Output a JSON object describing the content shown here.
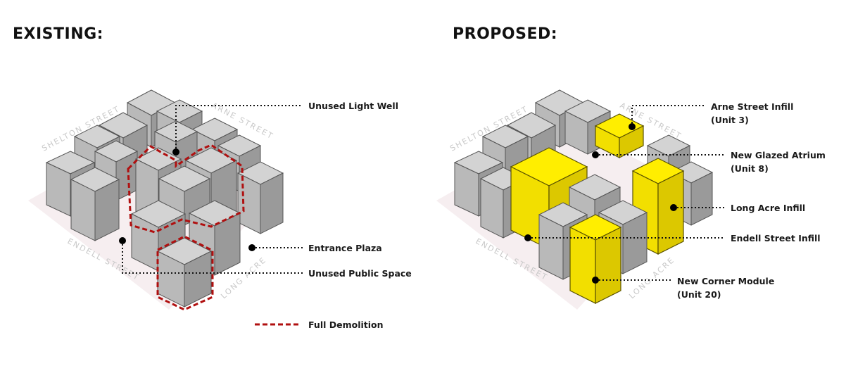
{
  "existing": {
    "title": "EXISTING:",
    "streets": [
      "SHELTON STREET",
      "ARNE STREET",
      "ENDELL STREET",
      "LONG ACRE"
    ],
    "labels": {
      "light_well": "Unused Light Well",
      "entrance_plaza": "Entrance Plaza",
      "public_space": "Unused Public Space"
    },
    "legend": {
      "label": "Full Demolition",
      "color": "#b01010"
    }
  },
  "proposed": {
    "title": "PROPOSED:",
    "streets": [
      "SHELTON STREET",
      "ARNE STREET",
      "ENDELL STREET",
      "LONG ACRE"
    ],
    "labels": {
      "arne_1": "Arne Street Infill",
      "arne_2": "(Unit 3)",
      "atrium_1": "New Glazed Atrium",
      "atrium_2": "(Unit 8)",
      "long_acre": "Long Acre Infill",
      "endell": "Endell Street Infill",
      "corner_1": "New Corner Module",
      "corner_2": "(Unit 20)"
    },
    "highlight_color": "#ffee00"
  }
}
